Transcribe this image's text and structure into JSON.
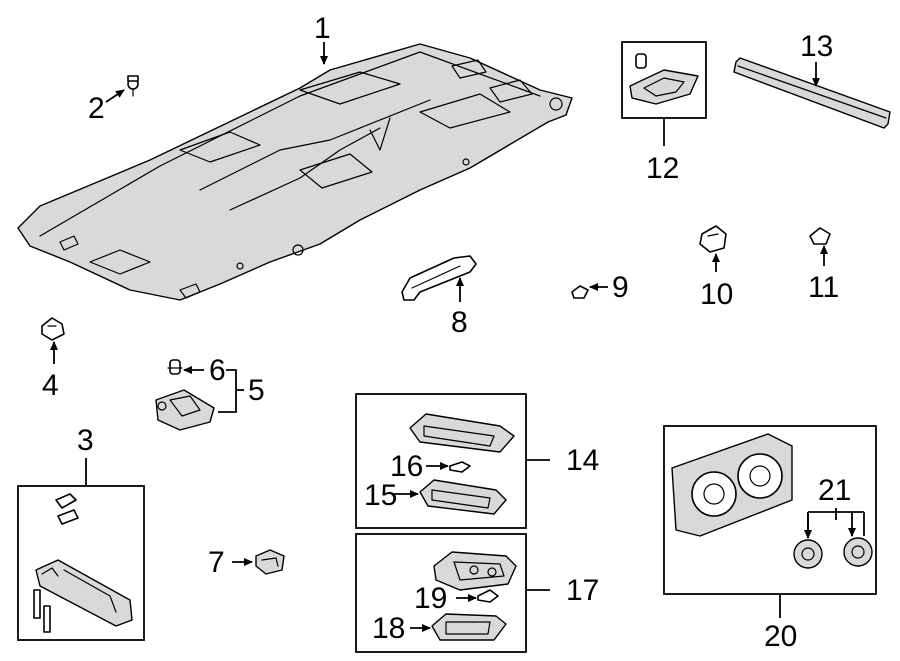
{
  "callouts": {
    "c1": "1",
    "c2": "2",
    "c3": "3",
    "c4": "4",
    "c5": "5",
    "c6": "6",
    "c7": "7",
    "c8": "8",
    "c9": "9",
    "c10": "10",
    "c11": "11",
    "c12": "12",
    "c13": "13",
    "c14": "14",
    "c15": "15",
    "c16": "16",
    "c17": "17",
    "c18": "18",
    "c19": "19",
    "c20": "20",
    "c21": "21"
  },
  "colors": {
    "line": "#000000",
    "background": "#ffffff",
    "shade": "#d9d9d9"
  }
}
